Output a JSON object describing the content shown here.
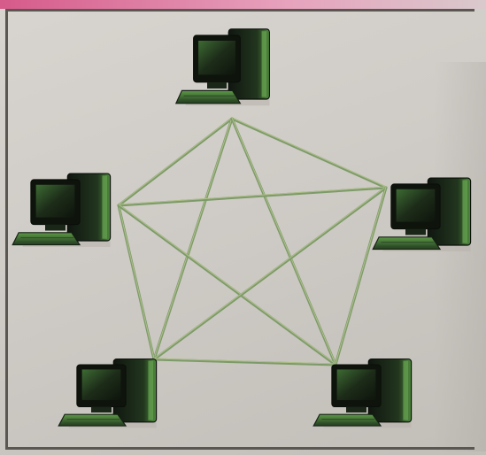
{
  "diagram": {
    "type": "mesh-topology",
    "colors": {
      "link": "#7d9a6a",
      "link_highlight": "#b9c98f",
      "computer_dark": "#141a12",
      "computer_mid": "#274a24",
      "computer_light": "#4f8a3e"
    },
    "nodes": [
      {
        "id": "pc-top",
        "icon": "desktop-computer-icon"
      },
      {
        "id": "pc-left",
        "icon": "desktop-computer-icon"
      },
      {
        "id": "pc-right",
        "icon": "desktop-computer-icon"
      },
      {
        "id": "pc-bottom-left",
        "icon": "desktop-computer-icon"
      },
      {
        "id": "pc-bottom-right",
        "icon": "desktop-computer-icon"
      }
    ],
    "links": [
      [
        "pc-top",
        "pc-left"
      ],
      [
        "pc-top",
        "pc-right"
      ],
      [
        "pc-top",
        "pc-bottom-left"
      ],
      [
        "pc-top",
        "pc-bottom-right"
      ],
      [
        "pc-left",
        "pc-right"
      ],
      [
        "pc-left",
        "pc-bottom-left"
      ],
      [
        "pc-left",
        "pc-bottom-right"
      ],
      [
        "pc-right",
        "pc-bottom-left"
      ],
      [
        "pc-right",
        "pc-bottom-right"
      ],
      [
        "pc-bottom-left",
        "pc-bottom-right"
      ]
    ]
  }
}
